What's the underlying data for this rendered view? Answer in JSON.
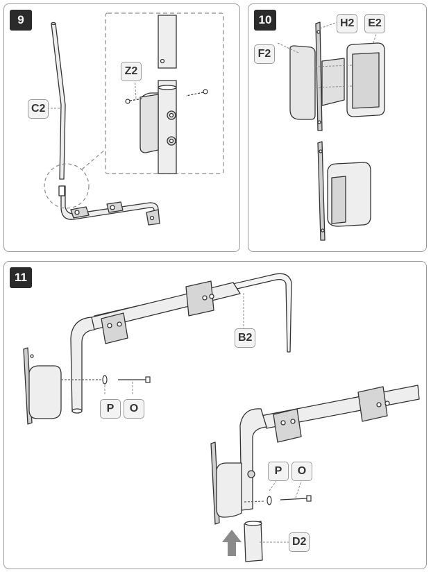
{
  "steps": {
    "s9": {
      "number": "9",
      "labels": {
        "c2": "C2",
        "z2": "Z2"
      }
    },
    "s10": {
      "number": "10",
      "labels": {
        "h2": "H2",
        "e2": "E2",
        "f2": "F2"
      }
    },
    "s11": {
      "number": "11",
      "labels": {
        "b2": "B2",
        "p_left": "P",
        "o_left": "O",
        "p_right": "P",
        "o_right": "O",
        "d2": "D2"
      }
    }
  },
  "colors": {
    "line": "#333333",
    "fill": "#eeeeee",
    "shade": "#d6d6d6",
    "label_bg": "#f3f3f3",
    "arrow": "#8a8a8a"
  }
}
